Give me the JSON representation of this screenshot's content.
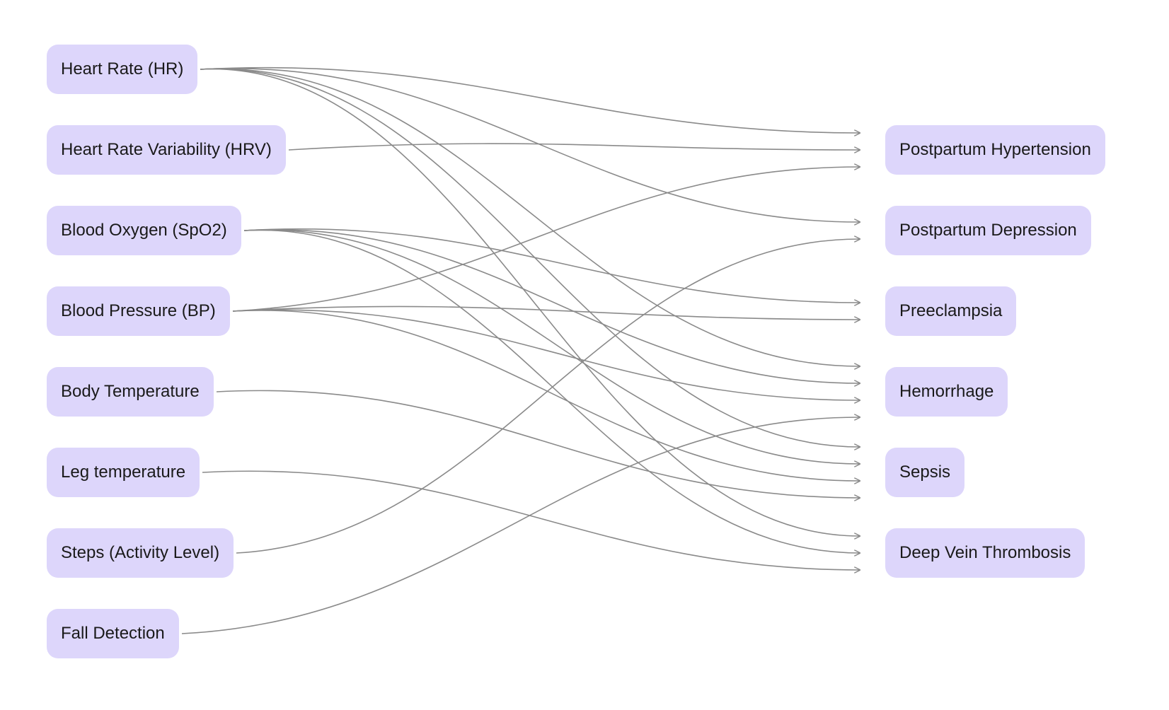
{
  "sources": [
    {
      "id": "hr",
      "label": "Heart Rate (HR)"
    },
    {
      "id": "hrv",
      "label": "Heart Rate Variability (HRV)"
    },
    {
      "id": "spo2",
      "label": "Blood Oxygen (SpO2)"
    },
    {
      "id": "bp",
      "label": "Blood Pressure (BP)"
    },
    {
      "id": "temp",
      "label": "Body Temperature"
    },
    {
      "id": "legtemp",
      "label": "Leg temperature"
    },
    {
      "id": "steps",
      "label": "Steps (Activity Level)"
    },
    {
      "id": "fall",
      "label": "Fall Detection"
    }
  ],
  "targets": [
    {
      "id": "pph",
      "label": "Postpartum Hypertension"
    },
    {
      "id": "ppd",
      "label": "Postpartum Depression"
    },
    {
      "id": "pre",
      "label": "Preeclampsia"
    },
    {
      "id": "hem",
      "label": "Hemorrhage"
    },
    {
      "id": "sep",
      "label": "Sepsis"
    },
    {
      "id": "dvt",
      "label": "Deep Vein Thrombosis"
    }
  ],
  "edges": [
    {
      "from": "hr",
      "to": "pph"
    },
    {
      "from": "hr",
      "to": "ppd"
    },
    {
      "from": "hr",
      "to": "hem"
    },
    {
      "from": "hr",
      "to": "sep"
    },
    {
      "from": "hr",
      "to": "dvt"
    },
    {
      "from": "hrv",
      "to": "pph"
    },
    {
      "from": "spo2",
      "to": "pre"
    },
    {
      "from": "spo2",
      "to": "hem"
    },
    {
      "from": "spo2",
      "to": "sep"
    },
    {
      "from": "spo2",
      "to": "dvt"
    },
    {
      "from": "bp",
      "to": "pph"
    },
    {
      "from": "bp",
      "to": "pre"
    },
    {
      "from": "bp",
      "to": "hem"
    },
    {
      "from": "bp",
      "to": "sep"
    },
    {
      "from": "temp",
      "to": "sep"
    },
    {
      "from": "legtemp",
      "to": "dvt"
    },
    {
      "from": "steps",
      "to": "ppd"
    },
    {
      "from": "fall",
      "to": "hem"
    }
  ],
  "colors": {
    "node_fill": "#ddd6fb",
    "edge": "#8a8a8a",
    "text": "#1a1a1a"
  }
}
